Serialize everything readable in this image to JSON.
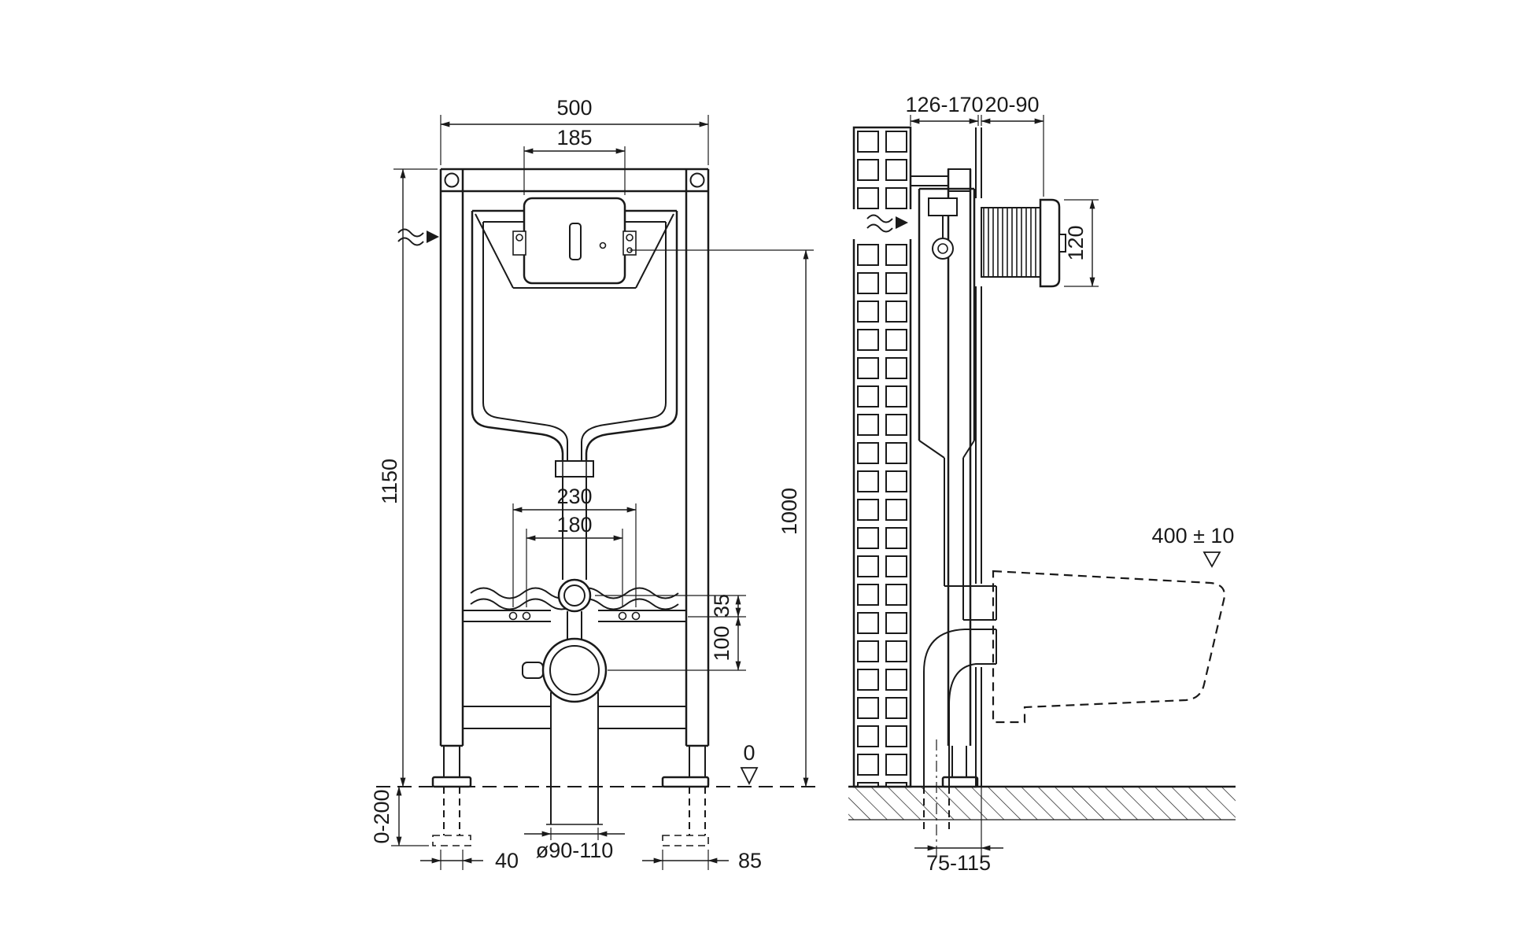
{
  "front": {
    "frame_width": "500",
    "plate_cutout_width": "185",
    "frame_height": "1150",
    "actuator_center_height": "1000",
    "fixing_spacing_outer": "230",
    "fixing_spacing_inner": "180",
    "inlet_to_bolts": "35",
    "bolts_to_outlet": "100",
    "floor_level": "0",
    "leg_adjustment": "0-200",
    "left_foot_offset": "40",
    "drain_pipe_diameter": "ø90-110",
    "right_foot_offset": "85"
  },
  "side": {
    "frame_depth": "126-170",
    "wall_finish_range": "20-90",
    "actuator_box_height": "120",
    "bowl_rim_height": "400 ± 10",
    "outlet_to_wall": "75-115"
  },
  "colors": {
    "line": "#1a1a1a",
    "background": "#ffffff"
  }
}
